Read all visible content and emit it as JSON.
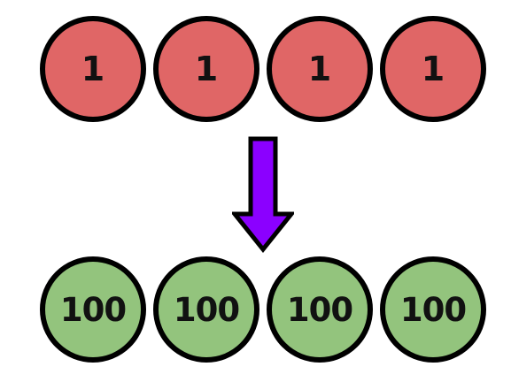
{
  "top_row": {
    "color": "#e06666",
    "counters": [
      {
        "label": "1"
      },
      {
        "label": "1"
      },
      {
        "label": "1"
      },
      {
        "label": "1"
      }
    ]
  },
  "arrow": {
    "color": "#8b00ff",
    "icon": "down-arrow-icon"
  },
  "bottom_row": {
    "color": "#93c47d",
    "counters": [
      {
        "label": "100"
      },
      {
        "label": "100"
      },
      {
        "label": "100"
      },
      {
        "label": "100"
      }
    ]
  }
}
